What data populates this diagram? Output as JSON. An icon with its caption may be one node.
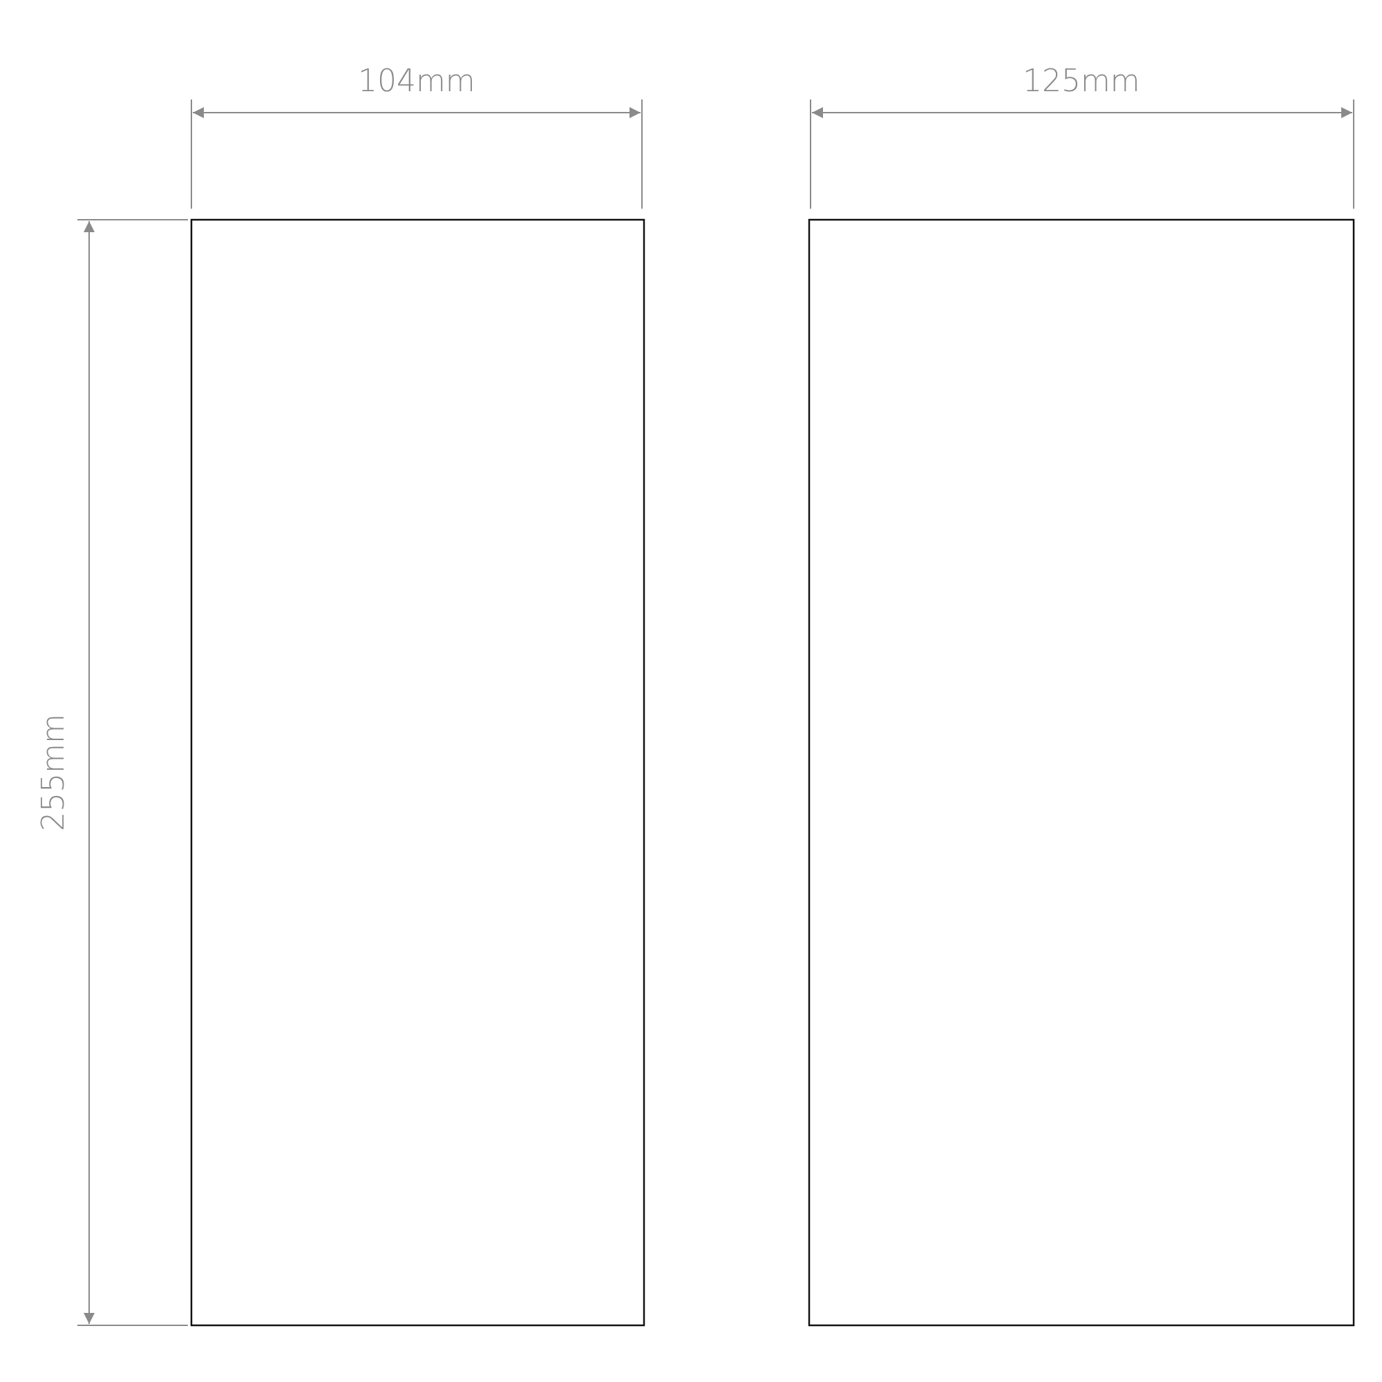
{
  "diagram": {
    "nodes": [
      {
        "text": [],
        "shape": "box"
      },
      {
        "text": [],
        "shape": "box"
      }
    ],
    "labels": [
      "104mm",
      "125mm",
      "255mm"
    ]
  }
}
